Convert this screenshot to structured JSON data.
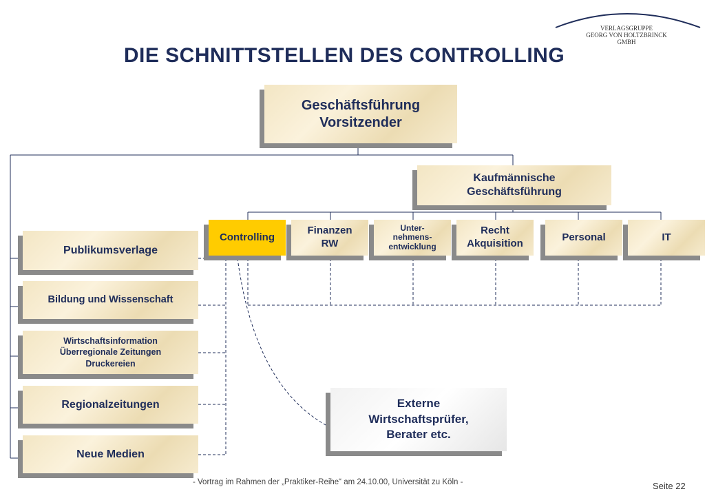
{
  "title": "DIE SCHNITTSTELLEN DES CONTROLLING",
  "logo": {
    "line1": "VERLAGSGRUPPE",
    "line2": "GEORG VON HOLTZBRINCK",
    "line3": "GMBH"
  },
  "boxes": {
    "geschaeftsfuehrung": "Geschäftsführung\nVorsitzender",
    "kaufmaennische": "Kaufmännische\nGeschäftsführung",
    "controlling": "Controlling",
    "finanzen": "Finanzen\nRW",
    "unternehmensentwicklung": "Unter-\nnehmens-\nentwicklung",
    "recht": "Recht\nAkquisition",
    "personal": "Personal",
    "it": "IT",
    "publikumsverlage": "Publikumsverlage",
    "bildung": "Bildung und Wissenschaft",
    "wirtschaftsinformation": "Wirtschaftsinformation\nÜberregionale Zeitungen\nDruckereien",
    "regionalzeitungen": "Regionalzeitungen",
    "neue_medien": "Neue Medien",
    "externe": "Externe\nWirtschaftsprüfer,\nBerater etc."
  },
  "footer": "- Vortrag im Rahmen  der „Praktiker-Reihe“  am 24.10.00,  Universität zu Köln -",
  "page_number": "Seite 22",
  "colors": {
    "navy": "#1f2d5a",
    "controlling_highlight": "#ffcc00",
    "box_shadow": "#8a8a8a"
  }
}
